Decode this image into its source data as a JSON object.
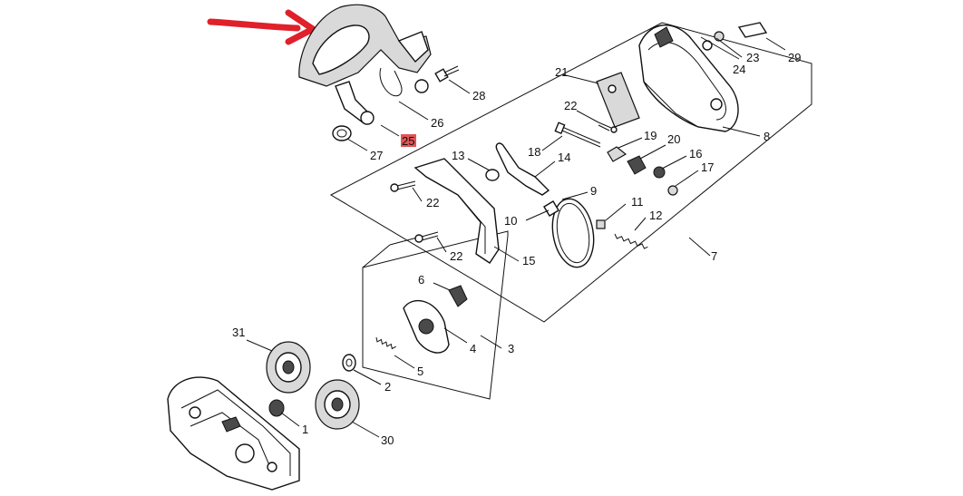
{
  "labels": {
    "p1": "1",
    "p2": "2",
    "p3": "3",
    "p4": "4",
    "p5": "5",
    "p6": "6",
    "p7": "7",
    "p8": "8",
    "p9": "9",
    "p10": "10",
    "p11": "11",
    "p12": "12",
    "p13": "13",
    "p14": "14",
    "p15": "15",
    "p16": "16",
    "p17": "17",
    "p18": "18",
    "p19": "19",
    "p20": "20",
    "p21": "21",
    "p22a": "22",
    "p22b": "22",
    "p22c": "22",
    "p23": "23",
    "p24": "24",
    "p25": "25",
    "p26": "26",
    "p27": "27",
    "p28": "28",
    "p29": "29",
    "p30": "30",
    "p31": "31"
  },
  "highlight": {
    "part": "25",
    "color": "#e05555"
  },
  "annotation": {
    "arrow_color": "#e0202a",
    "points_to": "front-handle-guard"
  }
}
